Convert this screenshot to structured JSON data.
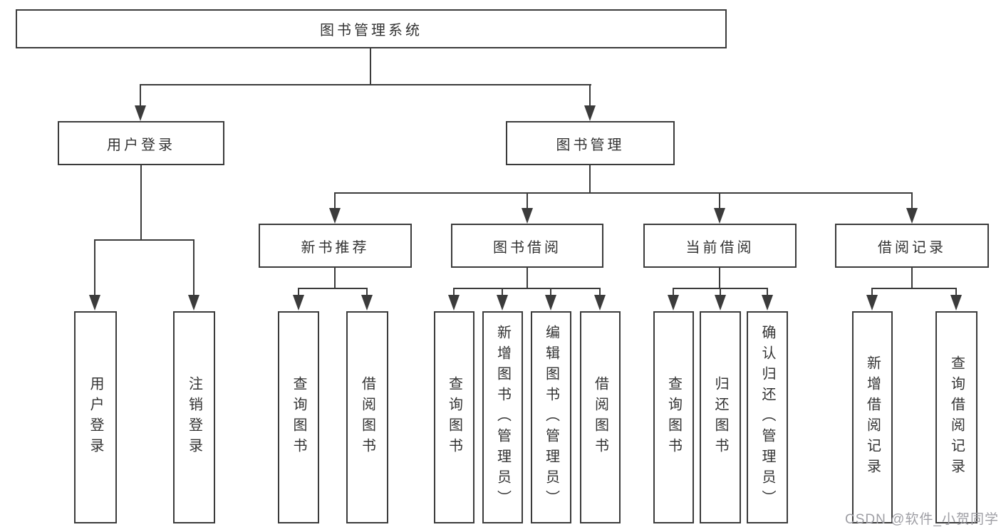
{
  "colors": {
    "line": "#3b3b3b",
    "text": "#333333",
    "background": "#ffffff",
    "watermark": "#9e9ea4"
  },
  "watermark": {
    "text": "CSDN @软件_小贺同学"
  },
  "tree": {
    "label": "图书管理系统",
    "children": [
      {
        "label": "用户登录",
        "children": [
          {
            "label": "用户登录"
          },
          {
            "label": "注销登录"
          }
        ]
      },
      {
        "label": "图书管理",
        "children": [
          {
            "label": "新书推荐",
            "children": [
              {
                "label": "查询图书"
              },
              {
                "label": "借阅图书"
              }
            ]
          },
          {
            "label": "图书借阅",
            "children": [
              {
                "label": "查询图书"
              },
              {
                "label": "新增图书（管理员）"
              },
              {
                "label": "编辑图书（管理员）"
              },
              {
                "label": "借阅图书"
              }
            ]
          },
          {
            "label": "当前借阅",
            "children": [
              {
                "label": "查询图书"
              },
              {
                "label": "归还图书"
              },
              {
                "label": "确认归还（管理员）"
              }
            ]
          },
          {
            "label": "借阅记录",
            "children": [
              {
                "label": "新增借阅记录"
              },
              {
                "label": "查询借阅记录"
              }
            ]
          }
        ]
      }
    ]
  }
}
